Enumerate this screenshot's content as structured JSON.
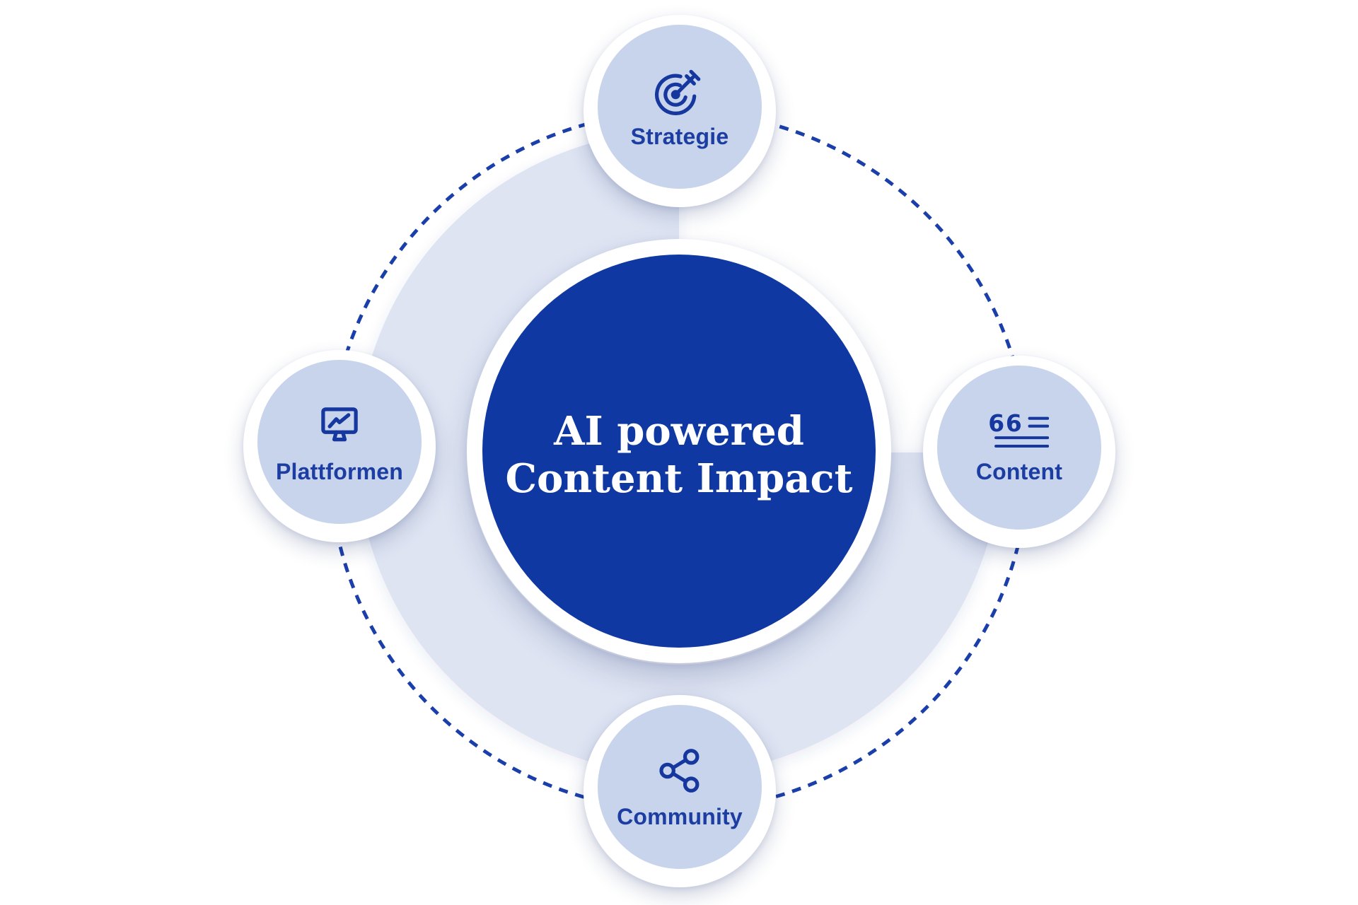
{
  "diagram": {
    "center": {
      "title_line1": "AI powered",
      "title_line2": "Content Impact"
    },
    "nodes": [
      {
        "id": "strategie",
        "label": "Strategie",
        "icon": "target-dart-icon",
        "position": "top"
      },
      {
        "id": "content",
        "label": "Content",
        "icon": "quote-text-icon",
        "position": "right"
      },
      {
        "id": "community",
        "label": "Community",
        "icon": "share-network-icon",
        "position": "bottom"
      },
      {
        "id": "plattformen",
        "label": "Plattformen",
        "icon": "monitor-chart-icon",
        "position": "left"
      }
    ],
    "colors": {
      "center_circle": "#0F38A3",
      "node_circle_fill": "#C7D4EB",
      "arc_band": "#DEE4F2",
      "icon_and_text_blue": "#16379E",
      "node_label_blue": "#1C3DA2",
      "dashed_ring_blue": "#1B3FAA",
      "background": "#FFFFFF"
    }
  }
}
